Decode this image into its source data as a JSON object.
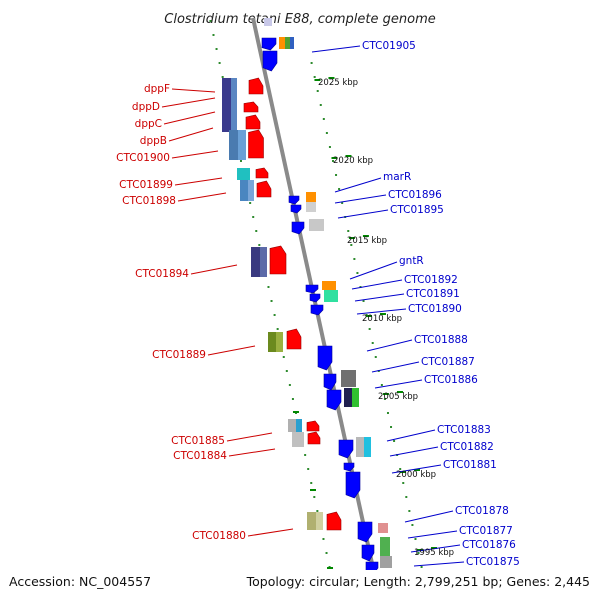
{
  "title": "Clostridium tetani E88, complete genome",
  "footer": {
    "accession": "Accession: NC_004557",
    "topology": "Topology: circular; Length: 2,799,251 bp; Genes: 2,445"
  },
  "colors": {
    "backbone": "#888888",
    "reverse_strand": "#ff0000",
    "forward_strand": "#0000ff",
    "tick": "#008800",
    "label_red": "#cc0000",
    "label_blue": "#0000cc"
  },
  "ticks": [
    "2025 kbp",
    "2020 kbp",
    "2015 kbp",
    "2010 kbp",
    "2005 kbp",
    "2000 kbp",
    "1995 kbp"
  ],
  "genes_left": [
    {
      "label": "dppF"
    },
    {
      "label": "dppD"
    },
    {
      "label": "dppC"
    },
    {
      "label": "dppB"
    },
    {
      "label": "CTC01900"
    },
    {
      "label": "CTC01899"
    },
    {
      "label": "CTC01898"
    },
    {
      "label": "CTC01894"
    },
    {
      "label": "CTC01889"
    },
    {
      "label": "CTC01885"
    },
    {
      "label": "CTC01884"
    },
    {
      "label": "CTC01880"
    }
  ],
  "genes_right": [
    {
      "label": "CTC01905"
    },
    {
      "label": "marR"
    },
    {
      "label": "CTC01896"
    },
    {
      "label": "CTC01895"
    },
    {
      "label": "gntR"
    },
    {
      "label": "CTC01892"
    },
    {
      "label": "CTC01891"
    },
    {
      "label": "CTC01890"
    },
    {
      "label": "CTC01888"
    },
    {
      "label": "CTC01887"
    },
    {
      "label": "CTC01886"
    },
    {
      "label": "CTC01883"
    },
    {
      "label": "CTC01882"
    },
    {
      "label": "CTC01881"
    },
    {
      "label": "CTC01878"
    },
    {
      "label": "CTC01877"
    },
    {
      "label": "CTC01876"
    },
    {
      "label": "CTC01875"
    }
  ]
}
